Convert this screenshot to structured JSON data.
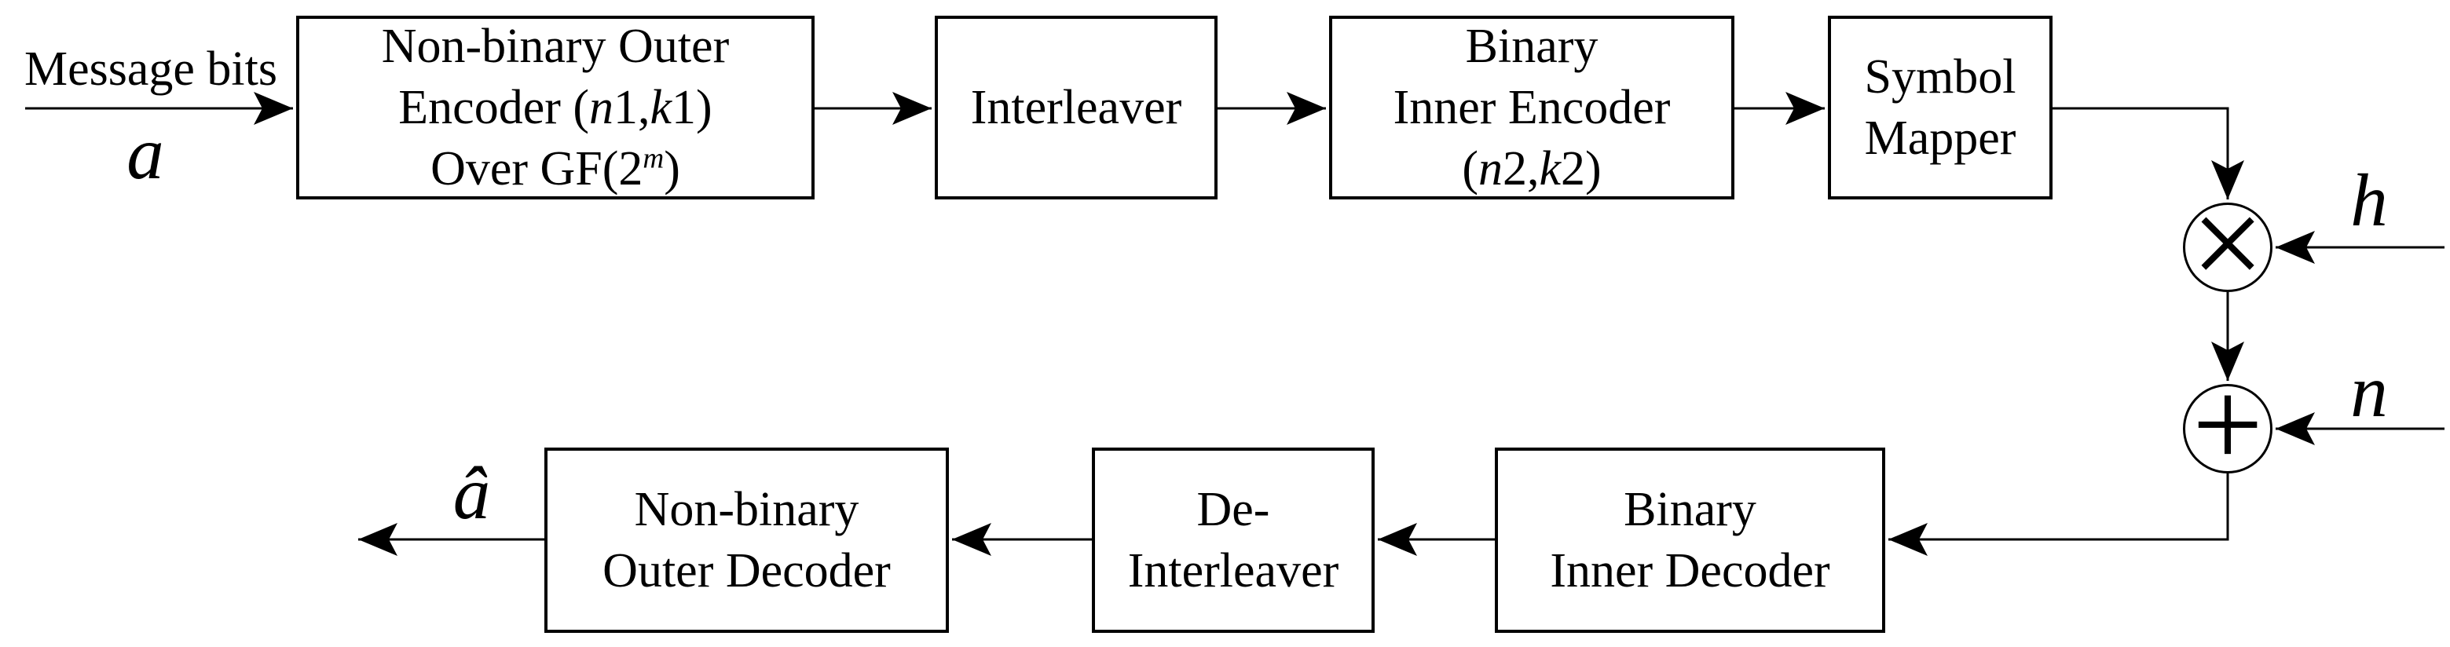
{
  "colors": {
    "ink": "#000000",
    "background": "#ffffff"
  },
  "input": {
    "label": "Message bits",
    "symbol": "a"
  },
  "output": {
    "symbol": "â"
  },
  "channel": {
    "fading_symbol": "h",
    "noise_symbol": "n",
    "multiplier_symbol": "×",
    "adder_symbol": "+"
  },
  "blocks": {
    "outer_encoder": {
      "lines": [
        [
          {
            "t": "Non-binary Outer"
          }
        ],
        [
          {
            "t": "Encoder ("
          },
          {
            "t": "n",
            "i": true
          },
          {
            "t": "1,"
          },
          {
            "t": "k",
            "i": true
          },
          {
            "t": "1)"
          }
        ],
        [
          {
            "t": "Over GF(2"
          },
          {
            "t": "m",
            "i": true,
            "sup": true
          },
          {
            "t": ")"
          }
        ]
      ]
    },
    "interleaver": {
      "lines": [
        [
          {
            "t": "Interleaver"
          }
        ]
      ]
    },
    "inner_encoder": {
      "lines": [
        [
          {
            "t": "Binary"
          }
        ],
        [
          {
            "t": "Inner Encoder"
          }
        ],
        [
          {
            "t": "("
          },
          {
            "t": "n",
            "i": true
          },
          {
            "t": "2,"
          },
          {
            "t": "k",
            "i": true
          },
          {
            "t": "2)"
          }
        ]
      ]
    },
    "symbol_mapper": {
      "lines": [
        [
          {
            "t": "Symbol"
          }
        ],
        [
          {
            "t": "Mapper"
          }
        ]
      ]
    },
    "inner_decoder": {
      "lines": [
        [
          {
            "t": "Binary"
          }
        ],
        [
          {
            "t": "Inner Decoder"
          }
        ]
      ]
    },
    "deinterleaver": {
      "lines": [
        [
          {
            "t": "De-"
          }
        ],
        [
          {
            "t": "Interleaver"
          }
        ]
      ]
    },
    "outer_decoder": {
      "lines": [
        [
          {
            "t": "Non-binary"
          }
        ],
        [
          {
            "t": "Outer Decoder"
          }
        ]
      ]
    }
  }
}
